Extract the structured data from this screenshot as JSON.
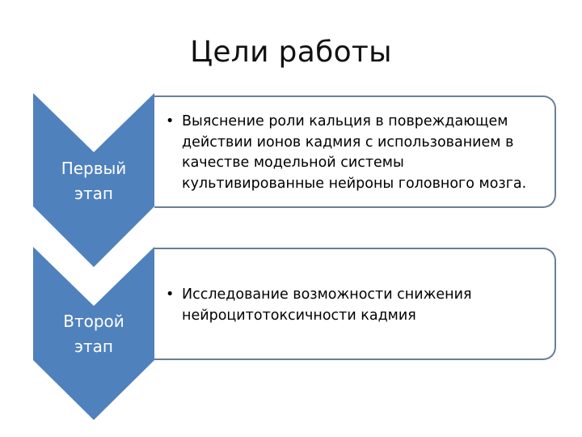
{
  "slide": {
    "title": "Цели работы"
  },
  "stages": [
    {
      "label_line1": "Первый",
      "label_line2": "этап",
      "bullet": "•",
      "text_lines": [
        "Выяснение роли кальция в повреждающем",
        "действии ионов кадмия с использованием в",
        "качестве модельной системы",
        "культивированные нейроны головного мозга."
      ]
    },
    {
      "label_line1": "Второй",
      "label_line2": "этап",
      "bullet": "•",
      "text_lines": [
        "Исследование возможности снижения",
        "нейроцитотоксичности кадмия"
      ]
    }
  ],
  "colors": {
    "chevron_fill": "#4f81bd",
    "box_border": "#6a7f96",
    "text": "#000000",
    "chevron_text": "#ffffff"
  }
}
